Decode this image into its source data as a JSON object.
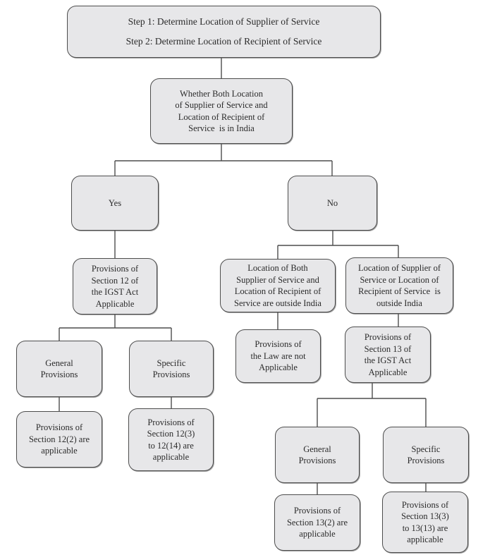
{
  "colors": {
    "box_fill": "#e7e7e9",
    "box_border": "#4d4d4d",
    "line": "#4d4d4d",
    "text": "#2b2b2b"
  },
  "nodes": {
    "steps": {
      "label": "Step 1: Determine Location of Supplier of Service\nStep 2: Determine Location of Recipient of Service"
    },
    "question": {
      "label": "Whether Both Location\nof Supplier of Service and\nLocation of Recipient of\nService  is in India"
    },
    "yes": {
      "label": "Yes"
    },
    "no": {
      "label": "No"
    },
    "sec12": {
      "label": "Provisions of\nSection 12 of\nthe IGST Act\nApplicable"
    },
    "loc_both_outside": {
      "label": "Location of Both\nSupplier of Service and\nLocation of Recipient of\nService are outside India"
    },
    "loc_either_outside": {
      "label": "Location of Supplier of\nService or Location of\nRecipient of Service  is\noutside India"
    },
    "gen12": {
      "label": "General\nProvisions"
    },
    "spec12": {
      "label": "Specific\nProvisions"
    },
    "law_not_applicable": {
      "label": "Provisions of\nthe Law are not\nApplicable"
    },
    "sec13": {
      "label": "Provisions of\nSection 13 of\nthe IGST Act\nApplicable"
    },
    "sec12_2": {
      "label": "Provisions of\nSection 12(2) are\napplicable"
    },
    "sec12_3": {
      "label": "Provisions of\nSection 12(3)\nto 12(14) are\napplicable"
    },
    "gen13": {
      "label": "General\nProvisions"
    },
    "spec13": {
      "label": "Specific\nProvisions"
    },
    "sec13_2": {
      "label": "Provisions of\nSection 13(2) are\napplicable"
    },
    "sec13_3": {
      "label": "Provisions of\nSection 13(3)\nto 13(13) are\napplicable"
    }
  }
}
